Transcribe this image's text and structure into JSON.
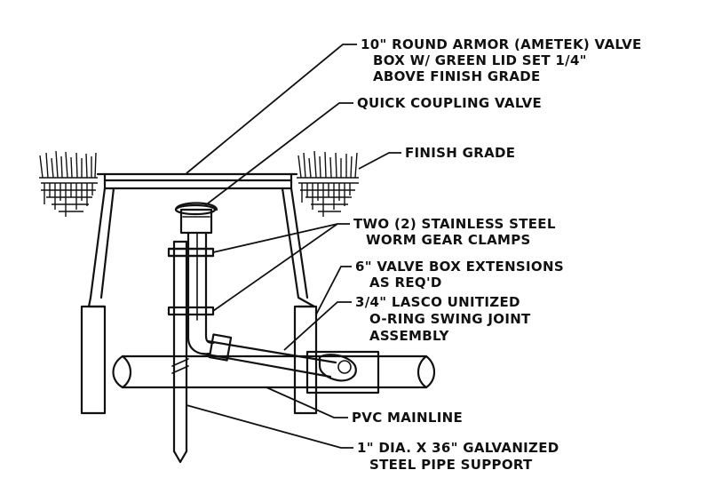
{
  "labels": {
    "valve_box": [
      "10\" ROUND ARMOR (AMETEK) VALVE",
      "BOX W/ GREEN LID SET 1/4\"",
      "ABOVE FINISH GRADE"
    ],
    "quick_coupling": "QUICK COUPLING VALVE",
    "finish_grade": "FINISH GRADE",
    "clamps": [
      "TWO (2) STAINLESS STEEL",
      "WORM GEAR CLAMPS"
    ],
    "extensions": [
      "6\" VALVE BOX EXTENSIONS",
      "AS REQ'D"
    ],
    "swing_joint": [
      "3/4\" LASCO UNITIZED",
      "O-RING SWING JOINT",
      "ASSEMBLY"
    ],
    "mainline": "PVC MAINLINE",
    "pipe_support": [
      "1\" DIA. X 36\" GALVANIZED",
      "STEEL PIPE SUPPORT"
    ]
  },
  "colors": {
    "ink": "#111111",
    "paper": "#ffffff"
  }
}
